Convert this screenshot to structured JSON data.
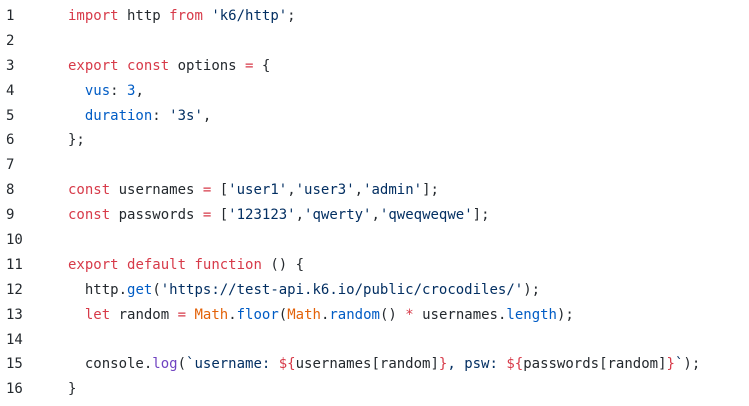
{
  "editor": {
    "lines": [
      {
        "n": "1",
        "tokens": [
          {
            "t": "import",
            "c": "k"
          },
          {
            "t": " http ",
            "c": "d"
          },
          {
            "t": "from",
            "c": "k"
          },
          {
            "t": " ",
            "c": "d"
          },
          {
            "t": "'k6/http'",
            "c": "s"
          },
          {
            "t": ";",
            "c": "d"
          }
        ]
      },
      {
        "n": "2",
        "tokens": []
      },
      {
        "n": "3",
        "tokens": [
          {
            "t": "export",
            "c": "k"
          },
          {
            "t": " ",
            "c": "d"
          },
          {
            "t": "const",
            "c": "k"
          },
          {
            "t": " options ",
            "c": "d"
          },
          {
            "t": "=",
            "c": "k"
          },
          {
            "t": " {",
            "c": "d"
          }
        ]
      },
      {
        "n": "4",
        "tokens": [
          {
            "t": "  ",
            "c": "d"
          },
          {
            "t": "vus",
            "c": "p"
          },
          {
            "t": ": ",
            "c": "d"
          },
          {
            "t": "3",
            "c": "p"
          },
          {
            "t": ",",
            "c": "d"
          }
        ]
      },
      {
        "n": "5",
        "tokens": [
          {
            "t": "  ",
            "c": "d"
          },
          {
            "t": "duration",
            "c": "p"
          },
          {
            "t": ": ",
            "c": "d"
          },
          {
            "t": "'3s'",
            "c": "s"
          },
          {
            "t": ",",
            "c": "d"
          }
        ]
      },
      {
        "n": "6",
        "tokens": [
          {
            "t": "};",
            "c": "d"
          }
        ]
      },
      {
        "n": "7",
        "tokens": []
      },
      {
        "n": "8",
        "tokens": [
          {
            "t": "const",
            "c": "k"
          },
          {
            "t": " usernames ",
            "c": "d"
          },
          {
            "t": "=",
            "c": "k"
          },
          {
            "t": " [",
            "c": "d"
          },
          {
            "t": "'user1'",
            "c": "s"
          },
          {
            "t": ",",
            "c": "d"
          },
          {
            "t": "'user3'",
            "c": "s"
          },
          {
            "t": ",",
            "c": "d"
          },
          {
            "t": "'admin'",
            "c": "s"
          },
          {
            "t": "];",
            "c": "d"
          }
        ]
      },
      {
        "n": "9",
        "tokens": [
          {
            "t": "const",
            "c": "k"
          },
          {
            "t": " passwords ",
            "c": "d"
          },
          {
            "t": "=",
            "c": "k"
          },
          {
            "t": " [",
            "c": "d"
          },
          {
            "t": "'123123'",
            "c": "s"
          },
          {
            "t": ",",
            "c": "d"
          },
          {
            "t": "'qwerty'",
            "c": "s"
          },
          {
            "t": ",",
            "c": "d"
          },
          {
            "t": "'qweqweqwe'",
            "c": "s"
          },
          {
            "t": "];",
            "c": "d"
          }
        ]
      },
      {
        "n": "10",
        "tokens": []
      },
      {
        "n": "11",
        "tokens": [
          {
            "t": "export",
            "c": "k"
          },
          {
            "t": " ",
            "c": "d"
          },
          {
            "t": "default",
            "c": "k"
          },
          {
            "t": " ",
            "c": "d"
          },
          {
            "t": "function",
            "c": "k"
          },
          {
            "t": " () {",
            "c": "d"
          }
        ]
      },
      {
        "n": "12",
        "tokens": [
          {
            "t": "  http.",
            "c": "d"
          },
          {
            "t": "get",
            "c": "p"
          },
          {
            "t": "(",
            "c": "d"
          },
          {
            "t": "'https://test-api.k6.io/public/crocodiles/'",
            "c": "s"
          },
          {
            "t": ");",
            "c": "d"
          }
        ]
      },
      {
        "n": "13",
        "tokens": [
          {
            "t": "  ",
            "c": "d"
          },
          {
            "t": "let",
            "c": "k"
          },
          {
            "t": " random ",
            "c": "d"
          },
          {
            "t": "=",
            "c": "k"
          },
          {
            "t": " ",
            "c": "d"
          },
          {
            "t": "Math",
            "c": "o"
          },
          {
            "t": ".",
            "c": "d"
          },
          {
            "t": "floor",
            "c": "p"
          },
          {
            "t": "(",
            "c": "d"
          },
          {
            "t": "Math",
            "c": "o"
          },
          {
            "t": ".",
            "c": "d"
          },
          {
            "t": "random",
            "c": "p"
          },
          {
            "t": "() ",
            "c": "d"
          },
          {
            "t": "*",
            "c": "k"
          },
          {
            "t": " usernames.",
            "c": "d"
          },
          {
            "t": "length",
            "c": "p"
          },
          {
            "t": ");",
            "c": "d"
          }
        ]
      },
      {
        "n": "14",
        "tokens": []
      },
      {
        "n": "15",
        "tokens": [
          {
            "t": "  console.",
            "c": "d"
          },
          {
            "t": "log",
            "c": "f"
          },
          {
            "t": "(",
            "c": "d"
          },
          {
            "t": "`username: ",
            "c": "s"
          },
          {
            "t": "${",
            "c": "k"
          },
          {
            "t": "usernames[random]",
            "c": "d"
          },
          {
            "t": "}",
            "c": "k"
          },
          {
            "t": ", psw: ",
            "c": "s"
          },
          {
            "t": "${",
            "c": "k"
          },
          {
            "t": "passwords[random]",
            "c": "d"
          },
          {
            "t": "}",
            "c": "k"
          },
          {
            "t": "`",
            "c": "s"
          },
          {
            "t": ");",
            "c": "d"
          }
        ]
      },
      {
        "n": "16",
        "tokens": [
          {
            "t": "}",
            "c": "d"
          }
        ]
      }
    ]
  }
}
